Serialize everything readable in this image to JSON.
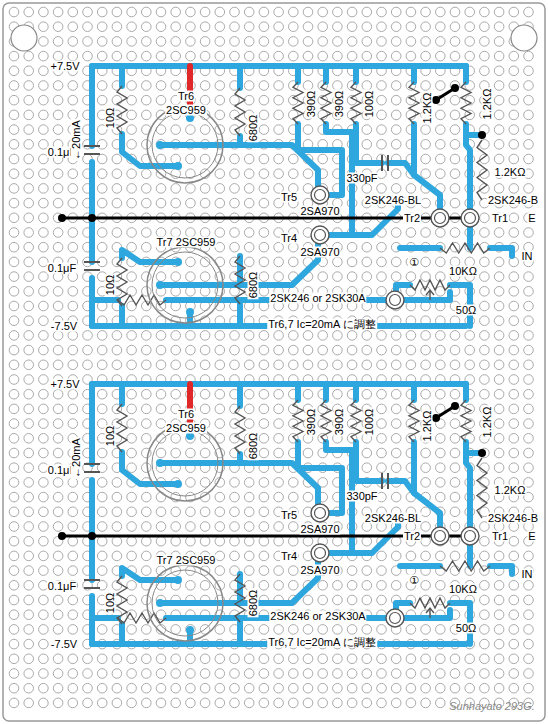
{
  "diagram": {
    "labels": [
      "+7.5V",
      "Tr6",
      "2SC959",
      "0.1μF",
      "10Ω",
      "←20mA",
      "680Ω",
      "390Ω",
      "390Ω",
      "100Ω",
      "1.2KΩ",
      "1.2KΩ",
      "330pF",
      "1.2KΩ",
      "Tr5",
      "2SK246-BL",
      "2SK246-B",
      "2SA970",
      "Tr2",
      "Tr1",
      "E",
      "Tr4",
      "2SA970",
      "Tr7 2SC959",
      "0.1μF",
      "10Ω",
      "680Ω",
      "IN",
      "①",
      "10KΩ",
      "50Ω",
      "2SK246 or 2SK30A",
      "-7.5V",
      "Tr6,7 Ic=20mA に調整",
      "+7.5V",
      "Tr6",
      "2SC959",
      "0.1μF",
      "10Ω",
      "←20mA",
      "680Ω",
      "390Ω",
      "390Ω",
      "100Ω",
      "1.2KΩ",
      "1.2KΩ",
      "330pF",
      "1.2KΩ",
      "Tr5",
      "2SK246-BL",
      "2SK246-B",
      "2SA970",
      "Tr2",
      "Tr1",
      "E",
      "Tr4",
      "2SA970",
      "Tr7 2SC959",
      "0.1μF",
      "10Ω",
      "680Ω",
      "IN",
      "①",
      "10KΩ",
      "50Ω",
      "2SK246 or 2SK30A",
      "-7.5V",
      "Tr6,7 Ic=20mA に調整",
      "Sunhayato 293G."
    ]
  }
}
